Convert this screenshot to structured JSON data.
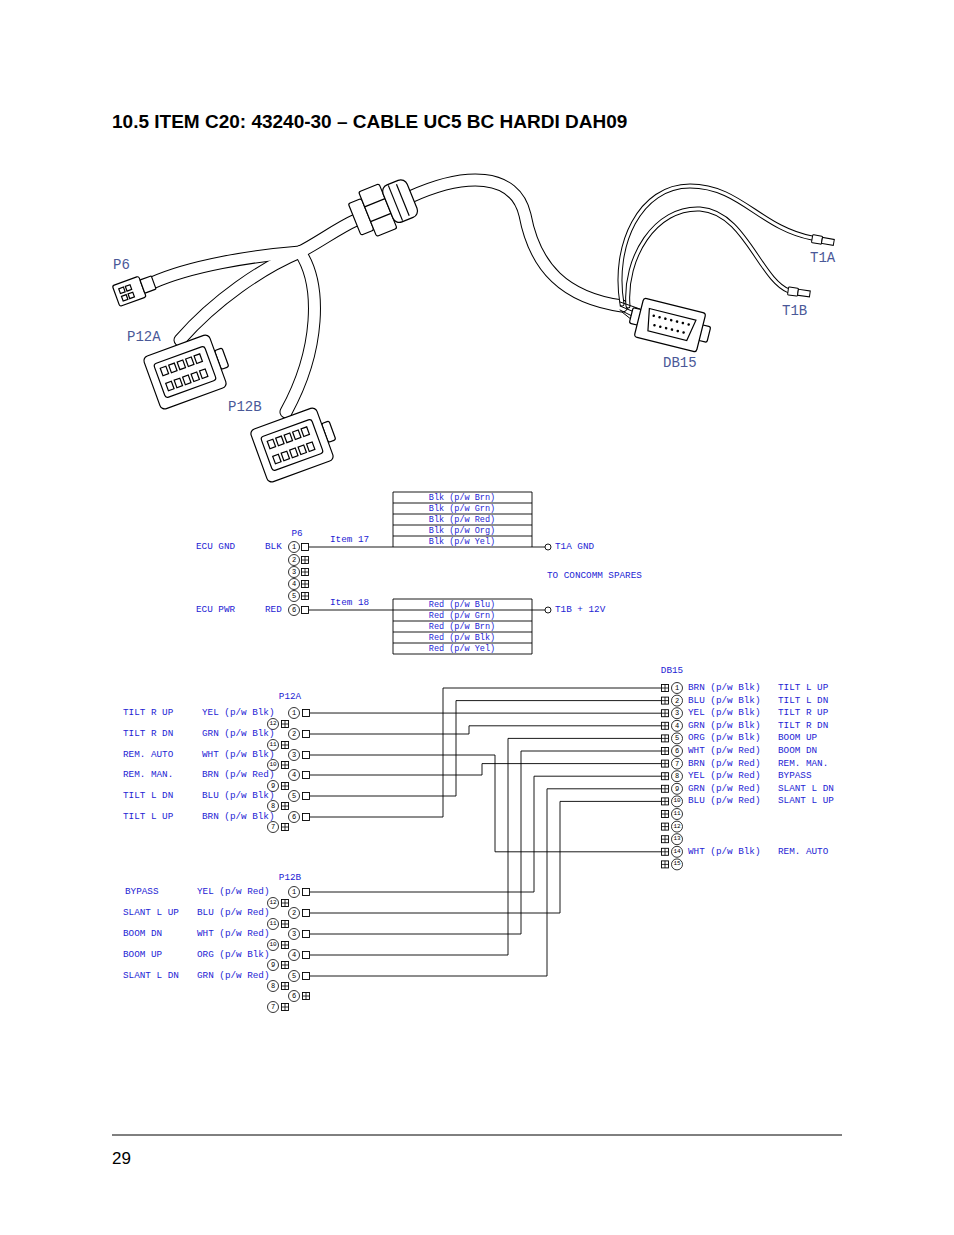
{
  "diagram": {
    "title": "10.5 ITEM C20: 43240-30 – CABLE UC5 BC HARDI DAH09",
    "labels": [
      "29",
      "P6",
      "P12A",
      "P12B",
      "DB15",
      "T1A",
      "T1B",
      "Blk (p/w Brn)",
      "Blk (p/w Grn)",
      "Blk (p/w Red)",
      "Blk (p/w Org)",
      "Blk (p/w Yel)",
      "P6",
      "ECU GND",
      "BLK",
      "1",
      "Item 17",
      "T1A GND",
      "2",
      "3",
      "4",
      "5",
      "TO CONCOMM SPARES",
      "ECU PWR",
      "RED",
      "6",
      "Item 18",
      "T1B + 12V",
      "Red (p/w Blu)",
      "Red (p/w Grn)",
      "Red (p/w Brn)",
      "Red (p/w Blk)",
      "Red (p/w Yel)",
      "P12A",
      "TILT R UP",
      "YEL (p/w Blk)",
      "1",
      "12",
      "TILT R DN",
      "GRN (p/w Blk)",
      "2",
      "11",
      "REM. AUTO",
      "WHT (p/w Blk)",
      "3",
      "10",
      "REM. MAN.",
      "BRN (p/w Red)",
      "4",
      "9",
      "TILT L DN",
      "BLU (p/w Blk)",
      "5",
      "8",
      "TILT L UP",
      "BRN (p/w Blk)",
      "6",
      "7",
      "P12B",
      "BYPASS",
      "YEL (p/w Red)",
      "1",
      "12",
      "SLANT L UP",
      "BLU (p/w Red)",
      "2",
      "11",
      "BOOM DN",
      "WHT (p/w Red)",
      "3",
      "10",
      "BOOM UP",
      "ORG (p/w Blk)",
      "4",
      "9",
      "SLANT L DN",
      "GRN (p/w Red)",
      "5",
      "8",
      "6",
      "7",
      "DB15",
      "1",
      "BRN (p/w Blk)",
      "TILT L UP",
      "2",
      "BLU (p/w Blk)",
      "TILT L DN",
      "3",
      "YEL (p/w Blk)",
      "TILT R UP",
      "4",
      "GRN (p/w Blk)",
      "TILT R DN",
      "5",
      "ORG (p/w Blk)",
      "BOOM UP",
      "6",
      "WHT (p/w Red)",
      "BOOM DN",
      "7",
      "BRN (p/w Red)",
      "REM. MAN.",
      "8",
      "YEL (p/w Red)",
      "BYPASS",
      "9",
      "GRN (p/w Red)",
      "SLANT L DN",
      "10",
      "BLU (p/w Red)",
      "SLANT L UP",
      "11",
      "12",
      "13",
      "14",
      "WHT (p/w Blk)",
      "REM. AUTO",
      "15"
    ]
  }
}
